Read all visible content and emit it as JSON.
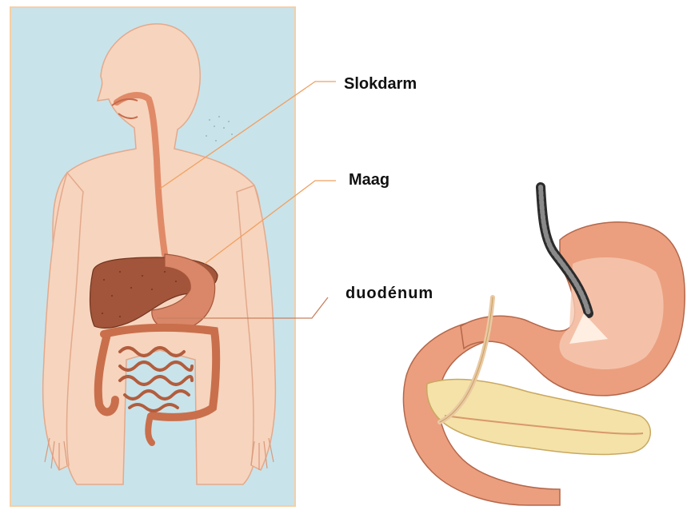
{
  "labels": {
    "esophagus": "Slokdarm",
    "stomach": "Maag",
    "duodenum": "duodénum"
  },
  "colors": {
    "panel_background": "#c9e3ea",
    "panel_border": "#f6cfa4",
    "skin": "#f7d4bd",
    "skin_outline": "#e3a98c",
    "liver": "#a2553a",
    "stomach": "#d98768",
    "intestine": "#c96f4c",
    "pancreas": "#f4e2a8",
    "leader_line": "#f0a060"
  },
  "icons": {
    "left": "human-digestive-system-illustration",
    "right": "stomach-duodenum-endoscope-illustration"
  }
}
